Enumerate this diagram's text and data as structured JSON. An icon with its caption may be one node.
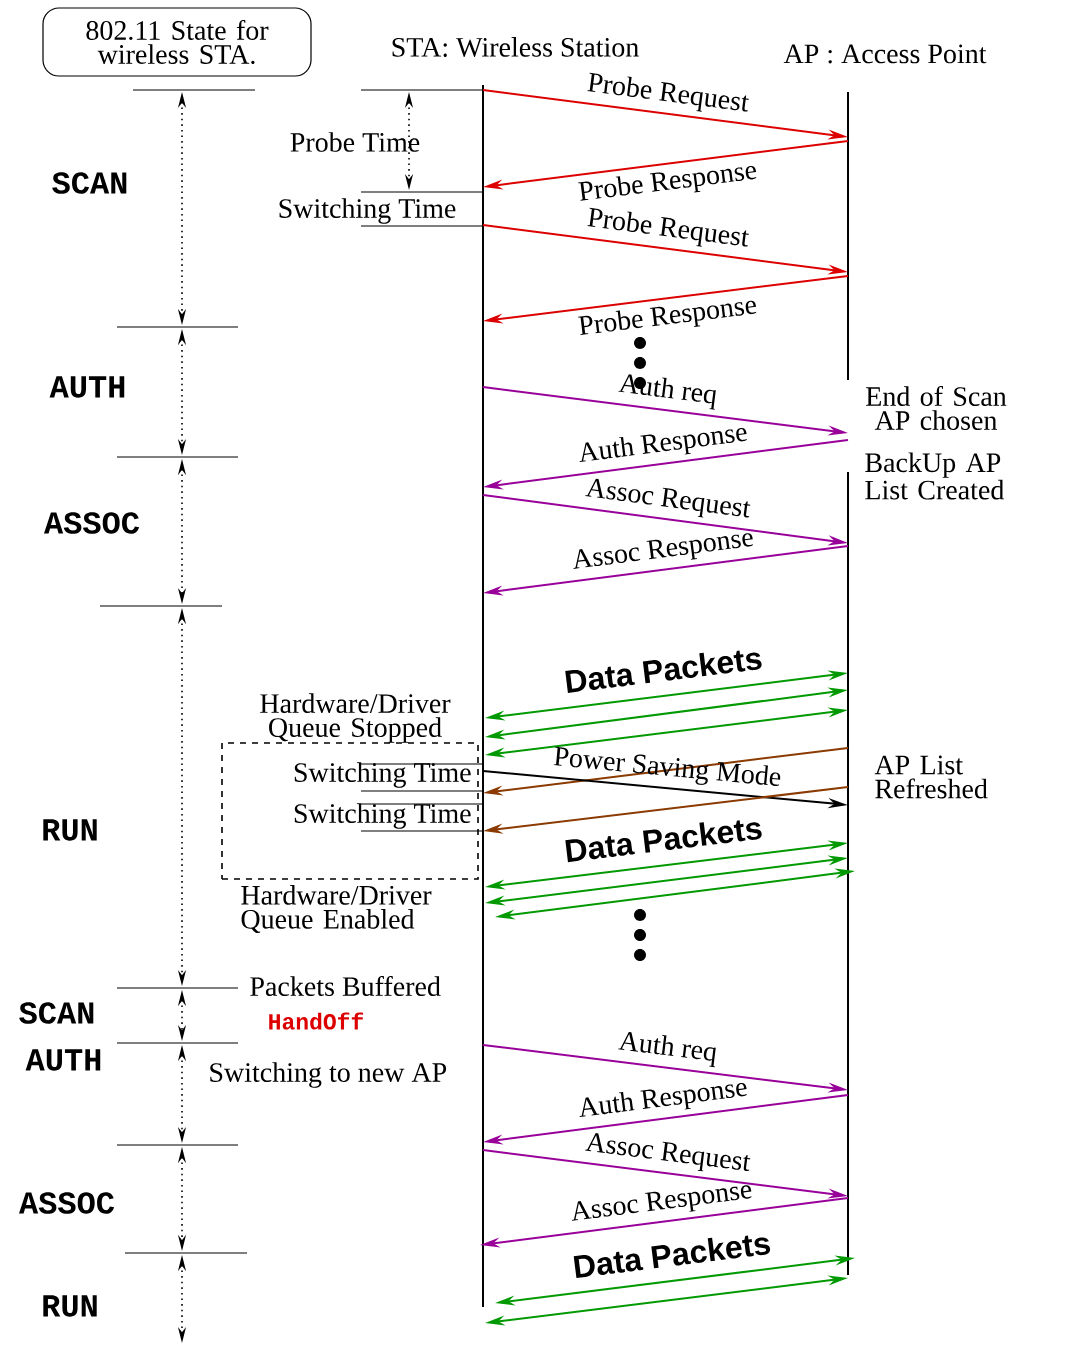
{
  "diagram": {
    "nodes": [
      {
        "text": [
          "802.11 State for wireless STA."
        ]
      },
      {
        "text": [
          "STA: Wireless Station"
        ]
      },
      {
        "text": [
          "AP : Access Point"
        ]
      },
      {
        "text": [
          "Switching Time",
          "Switching Time"
        ]
      }
    ],
    "edges": [
      {
        "from": 1,
        "to": 2,
        "arrow": "to",
        "color": "#dd0000",
        "label": "Probe Request"
      },
      {
        "from": 2,
        "to": 1,
        "arrow": "to",
        "color": "#dd0000",
        "label": "Probe Response"
      },
      {
        "from": 1,
        "to": 2,
        "arrow": "to",
        "color": "#dd0000",
        "label": "Probe Request"
      },
      {
        "from": 2,
        "to": 1,
        "arrow": "to",
        "color": "#dd0000",
        "label": "Probe Response"
      },
      {
        "from": 1,
        "to": 2,
        "arrow": "to",
        "color": "#990099",
        "label": "Auth req"
      },
      {
        "from": 2,
        "to": 1,
        "arrow": "to",
        "color": "#990099",
        "label": "Auth Response"
      },
      {
        "from": 1,
        "to": 2,
        "arrow": "to",
        "color": "#990099",
        "label": "Assoc Request"
      },
      {
        "from": 2,
        "to": 1,
        "arrow": "to",
        "color": "#990099",
        "label": "Assoc Response"
      },
      {
        "from": 1,
        "to": 2,
        "arrow": "both",
        "color": "#009900",
        "label": "Data Packets"
      },
      {
        "from": 1,
        "to": 2,
        "arrow": "both",
        "color": "#009900"
      },
      {
        "from": 1,
        "to": 2,
        "arrow": "both",
        "color": "#009900"
      },
      {
        "from": 2,
        "to": 1,
        "arrow": "to",
        "color": "#8b3a00"
      },
      {
        "from": 1,
        "to": 2,
        "arrow": "to",
        "color": "#000000",
        "label": "Power Saving Mode"
      },
      {
        "from": 2,
        "to": 1,
        "arrow": "to",
        "color": "#8b3a00"
      },
      {
        "from": 1,
        "to": 2,
        "arrow": "both",
        "color": "#009900",
        "label": "Data Packets"
      },
      {
        "from": 1,
        "to": 2,
        "arrow": "both",
        "color": "#009900"
      },
      {
        "from": 1,
        "to": 2,
        "arrow": "both",
        "color": "#009900"
      },
      {
        "from": 1,
        "to": 2,
        "arrow": "to",
        "color": "#990099",
        "label": "Auth req"
      },
      {
        "from": 2,
        "to": 1,
        "arrow": "to",
        "color": "#990099",
        "label": "Auth Response"
      },
      {
        "from": 1,
        "to": 2,
        "arrow": "to",
        "color": "#990099",
        "label": "Assoc Request"
      },
      {
        "from": 2,
        "to": 1,
        "arrow": "to",
        "color": "#990099",
        "label": "Assoc Response"
      },
      {
        "from": 1,
        "to": 2,
        "arrow": "both",
        "color": "#009900",
        "label": "Data Packets"
      },
      {
        "from": 1,
        "to": 2,
        "arrow": "both",
        "color": "#009900"
      }
    ],
    "labels": [
      "SCAN",
      "Probe Time",
      "Switching Time",
      "AUTH",
      "End of Scan AP chosen",
      "BackUp AP List Created",
      "ASSOC",
      "Hardware/Driver Queue Stopped",
      "AP List Refreshed",
      "RUN",
      "Hardware/Driver Queue Enabled",
      "Packets Buffered",
      "SCAN",
      "HandOff",
      "AUTH",
      "Switching to new AP",
      "ASSOC",
      "RUN"
    ]
  }
}
